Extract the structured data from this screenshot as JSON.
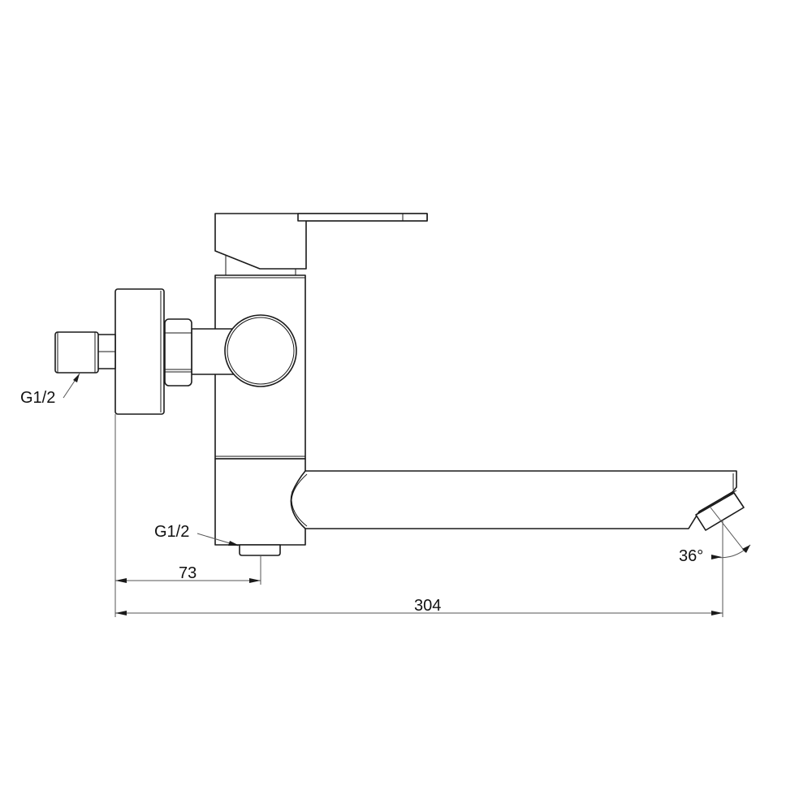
{
  "drawing": {
    "subject": "wall-mounted single-lever faucet, side elevation",
    "line_color": "#1a1a1a",
    "dimension_color": "#555555",
    "background": "#ffffff"
  },
  "annotations": {
    "inlet_thread_label": "G1/2",
    "outlet_thread_label": "G1/2",
    "offset_dimension": "73",
    "overall_length_dimension": "304",
    "spout_angle": "36°"
  }
}
